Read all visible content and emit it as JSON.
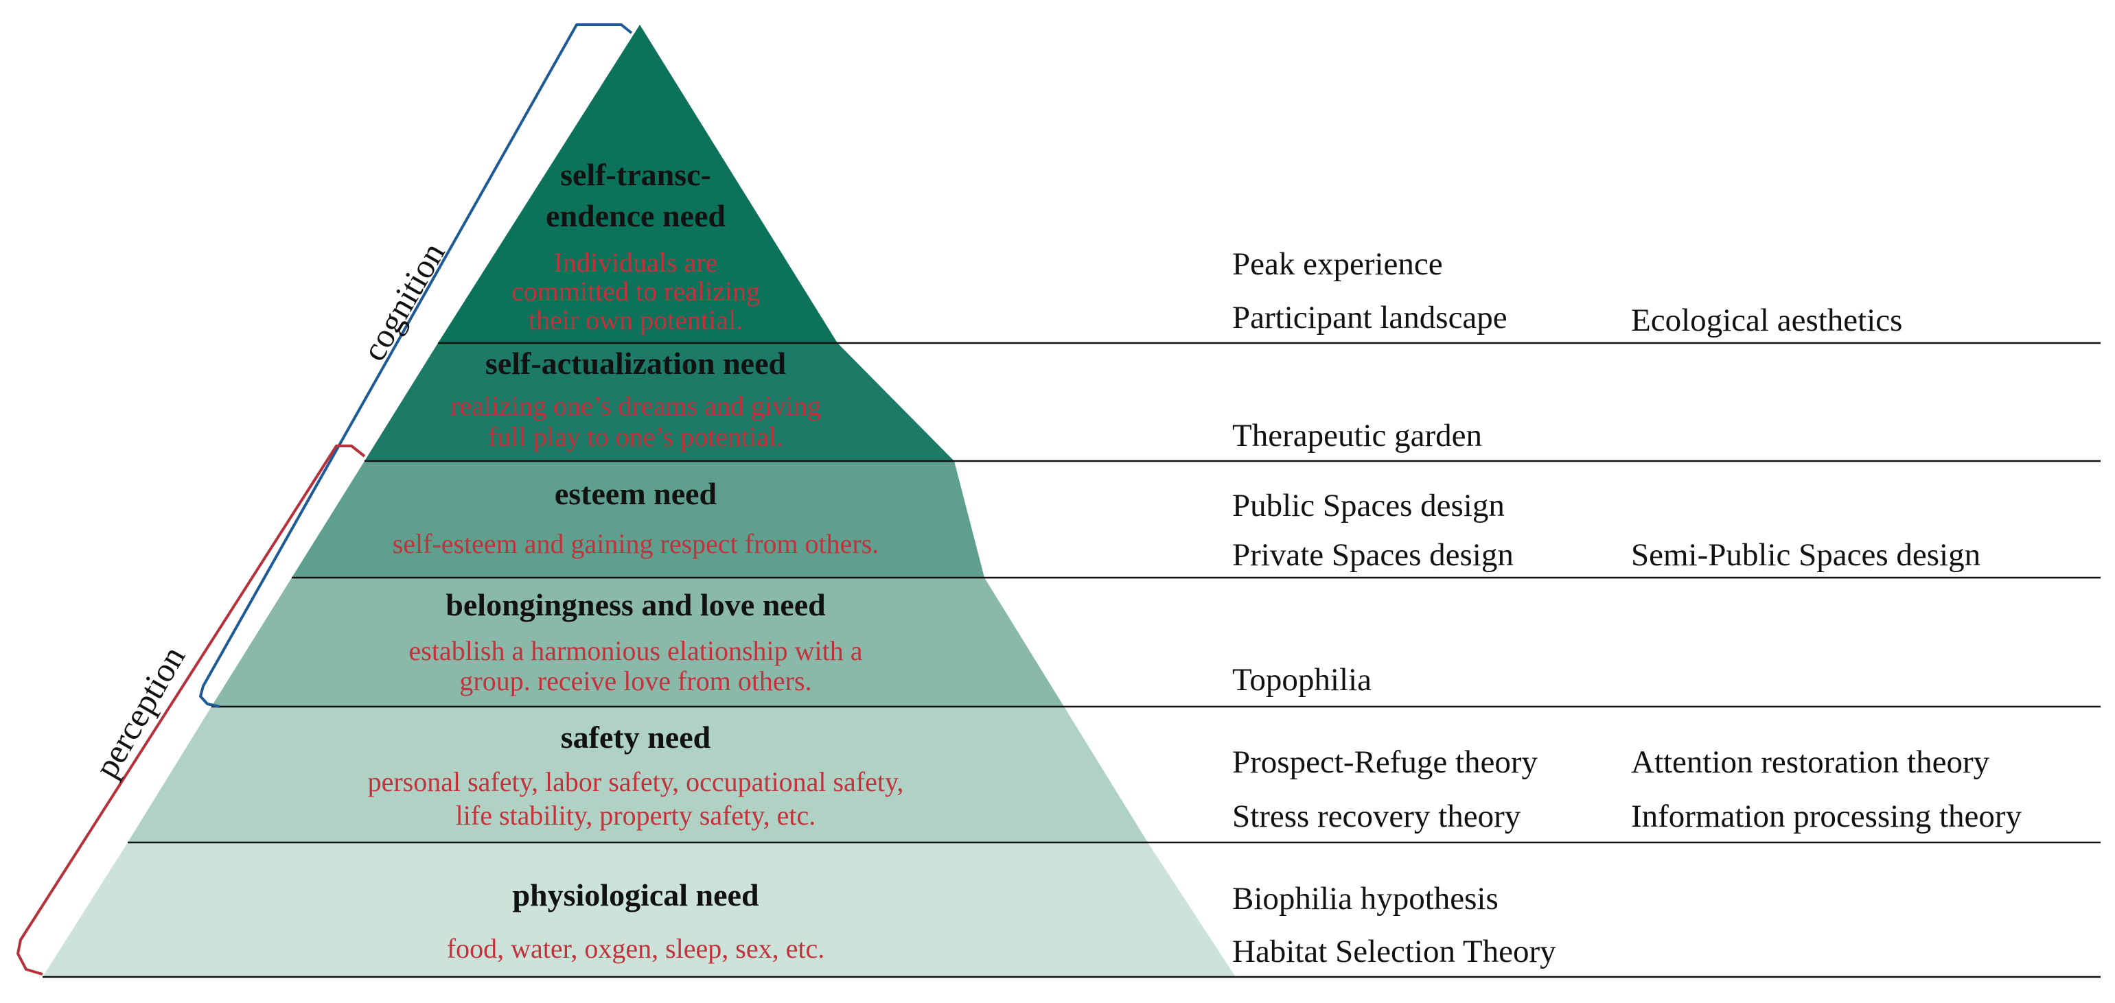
{
  "colors": {
    "band_1": "#0d725a",
    "band_2": "#1d7a66",
    "band_3": "#5e9f8e",
    "band_4": "#8ab9a9",
    "band_5": "#afd2c4",
    "band_6": "#cde3d9",
    "title_text": "#111111",
    "description_text": "#c1323c",
    "cognition_bracket": "#1d5a96",
    "perception_bracket": "#b5323c",
    "divider": "#111111"
  },
  "brackets": {
    "cognition": "cognition",
    "perception": "perception"
  },
  "levels": [
    {
      "title_lines": [
        "self-transc-",
        "endence need"
      ],
      "description_lines": [
        "Individuals are",
        "committed to realizing",
        "their own potential."
      ]
    },
    {
      "title_lines": [
        "self-actualization need"
      ],
      "description_lines": [
        "realizing one’s dreams and giving",
        "full play to one’s potential."
      ]
    },
    {
      "title_lines": [
        "esteem need"
      ],
      "description_lines": [
        "self-esteem and gaining respect from others."
      ]
    },
    {
      "title_lines": [
        "belongingness and love need"
      ],
      "description_lines": [
        "establish a harmonious elationship with a",
        "group. receive love from others."
      ]
    },
    {
      "title_lines": [
        "safety need"
      ],
      "description_lines": [
        "personal safety, labor safety, occupational safety,",
        "life stability, property safety, etc."
      ]
    },
    {
      "title_lines": [
        "physiological need"
      ],
      "description_lines": [
        "food, water, oxgen, sleep, sex, etc."
      ]
    }
  ],
  "theories": {
    "level_1": {
      "col1": [
        "Peak experience",
        "Participant landscape"
      ],
      "col2": [
        "Ecological aesthetics"
      ]
    },
    "level_2": {
      "col1": [
        "Therapeutic garden"
      ],
      "col2": []
    },
    "level_3": {
      "col1": [
        "Public Spaces design",
        "Private Spaces design"
      ],
      "col2": [
        "Semi-Public Spaces design"
      ]
    },
    "level_4": {
      "col1": [
        "Topophilia"
      ],
      "col2": []
    },
    "level_5": {
      "col1": [
        "Prospect-Refuge theory",
        "Stress recovery theory"
      ],
      "col2": [
        "Attention restoration theory",
        "Information processing theory"
      ]
    },
    "level_6": {
      "col1": [
        "Biophilia hypothesis",
        "Habitat Selection Theory"
      ],
      "col2": []
    }
  }
}
